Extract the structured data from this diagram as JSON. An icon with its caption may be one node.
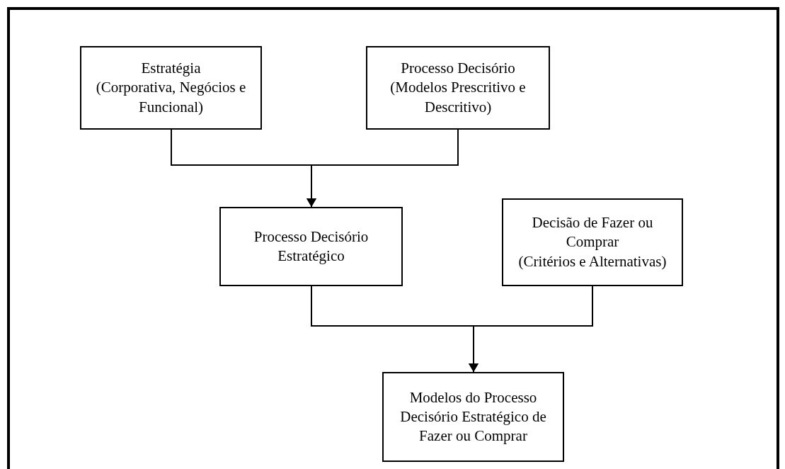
{
  "diagram": {
    "nodes": [
      {
        "text": [
          "Estratégia",
          "(Corporativa, Negócios e Funcional)"
        ]
      },
      {
        "text": [
          "Processo Decisório",
          "(Modelos Prescritivo e Descritivo)"
        ]
      },
      {
        "text": [
          "Processo Decisório Estratégico"
        ]
      },
      {
        "text": [
          "Decisão de Fazer ou Comprar",
          "(Critérios e Alternativas)"
        ]
      },
      {
        "text": [
          "Modelos do Processo Decisório Estratégico de Fazer ou Comprar"
        ]
      }
    ],
    "edges": [
      {
        "from": 0,
        "to": 2,
        "arrow": "to"
      },
      {
        "from": 1,
        "to": 2,
        "arrow": "to"
      },
      {
        "from": 2,
        "to": 4,
        "arrow": "to"
      },
      {
        "from": 3,
        "to": 4,
        "arrow": "to"
      }
    ]
  }
}
